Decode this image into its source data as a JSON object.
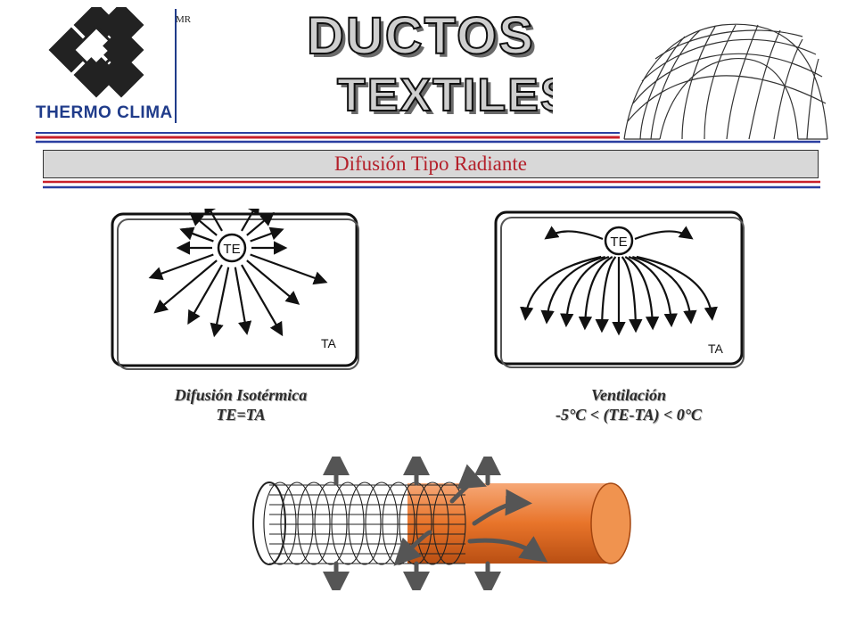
{
  "brand": {
    "name": "THERMO CLIMA",
    "mark": "MR"
  },
  "title": {
    "line1": "DUCTOS",
    "line2": "TEXTILES"
  },
  "subtitle": "Difusión Tipo Radiante",
  "diagrams": [
    {
      "label": "TE",
      "corner_label": "TA",
      "caption_line1": "Difusión Isotérmica",
      "caption_line2": "TE=TA"
    },
    {
      "label": "TE",
      "corner_label": "TA",
      "caption_line1": "Ventilación",
      "caption_line2": "-5°C < (TE-TA) < 0°C"
    }
  ],
  "colors": {
    "brand_blue": "#1f3b8a",
    "rule_red": "#c8202a",
    "rule_blue": "#2a3fa0",
    "subtitle_red": "#b4202a",
    "duct_orange": "#e8742a"
  }
}
